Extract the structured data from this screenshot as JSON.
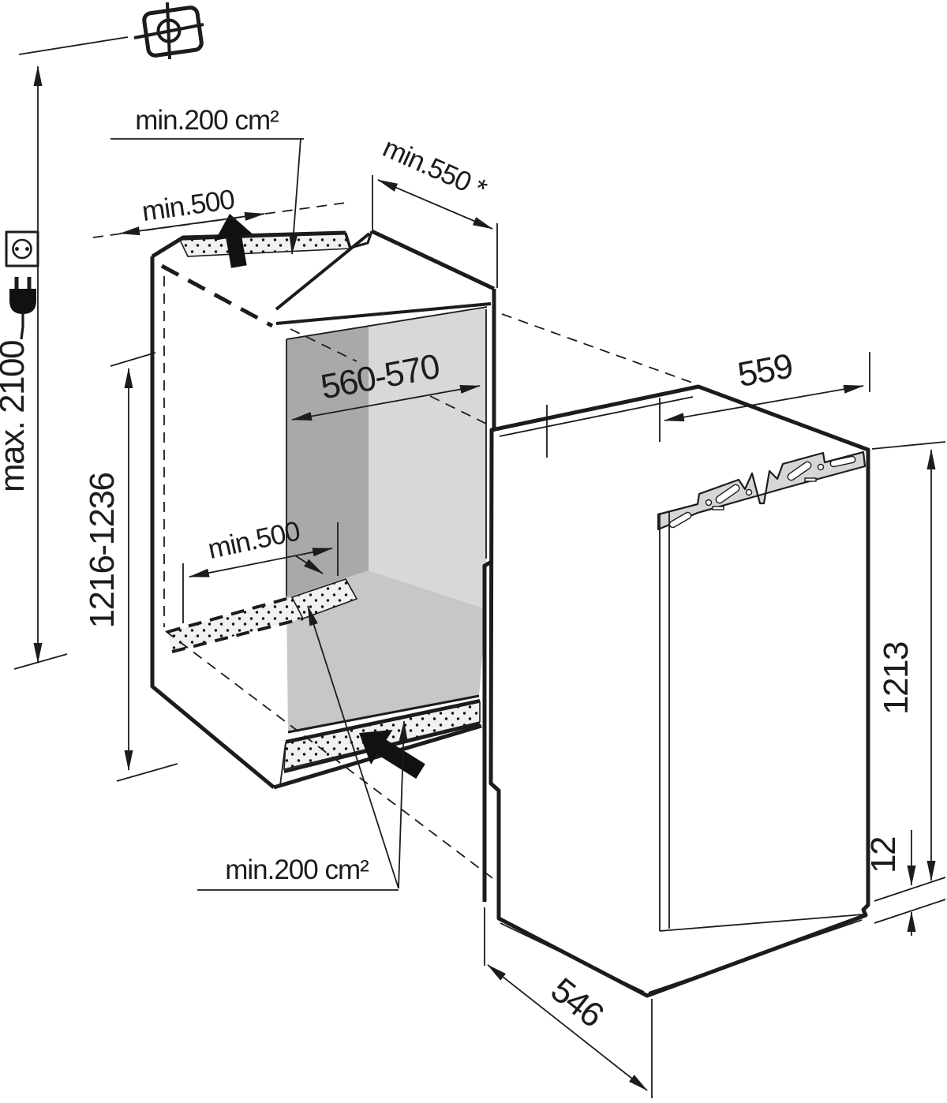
{
  "colors": {
    "line": "#1c1c1c",
    "wall_dark": "#a9a9a9",
    "wall_light": "#d8d8d8",
    "floor": "#c7c7c7",
    "vent_fill": "#f1f1f1",
    "bracket_fill": "#d6d6d6",
    "arrow_fill": "#111111",
    "bg": "#ffffff"
  },
  "installation": {
    "max_height_label": "max. 2100"
  },
  "niche": {
    "top_vent_area_label": "min.200 cm²",
    "top_clearance_label": "min.500",
    "depth_label": "min.550 *",
    "width_label": "560-570",
    "floor_vent_clearance_label": "min.500",
    "bottom_vent_area_label": "min.200 cm²",
    "height_label": "1216-1236"
  },
  "appliance": {
    "width_label": "559",
    "height_label": "1213",
    "door_bottom_offset_label": "12",
    "depth_label": "546"
  },
  "icons": {
    "fixing_point": "fixing-point-icon",
    "power_socket": "power-socket-icon",
    "power_plug": "power-plug-icon",
    "airflow_top": "airflow-arrow-top-icon",
    "airflow_bottom": "airflow-arrow-bottom-icon"
  }
}
